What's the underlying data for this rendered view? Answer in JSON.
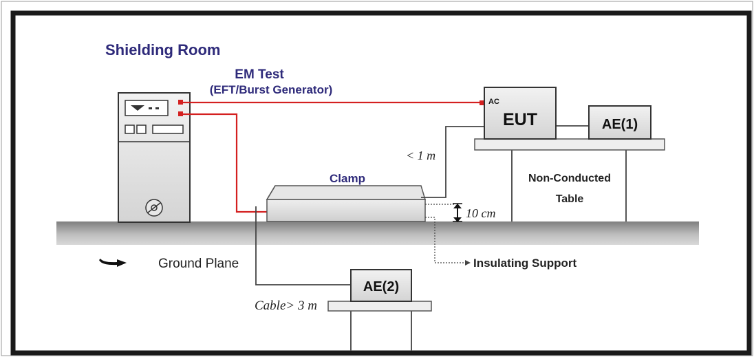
{
  "title": "Shielding Room",
  "generator": {
    "name": "EM Test",
    "subtitle": "(EFT/Burst Generator)"
  },
  "eut": {
    "label": "EUT",
    "port_label": "AC"
  },
  "ae1": {
    "label": "AE(1)"
  },
  "ae2": {
    "label": "AE(2)"
  },
  "table": {
    "line1": "Non-Conducted",
    "line2": "Table"
  },
  "clamp": {
    "label": "Clamp"
  },
  "dimensions": {
    "eut_cable": "< 1 m",
    "clamp_height": "10 cm",
    "ae_cable": "Cable> 3 m"
  },
  "support": {
    "label": "Insulating Support"
  },
  "ground": {
    "label": "Ground Plane"
  },
  "colors": {
    "frame": "#1a1a1a",
    "title": "#2e2a7a",
    "cable": "#d42020",
    "box_fill": "#e4e4e4",
    "ground_dark": "#8a8a8a",
    "ground_light": "#c8c8c8"
  },
  "icons": [
    "arrow-right-icon",
    "disc-icon",
    "display-panel-icon"
  ]
}
